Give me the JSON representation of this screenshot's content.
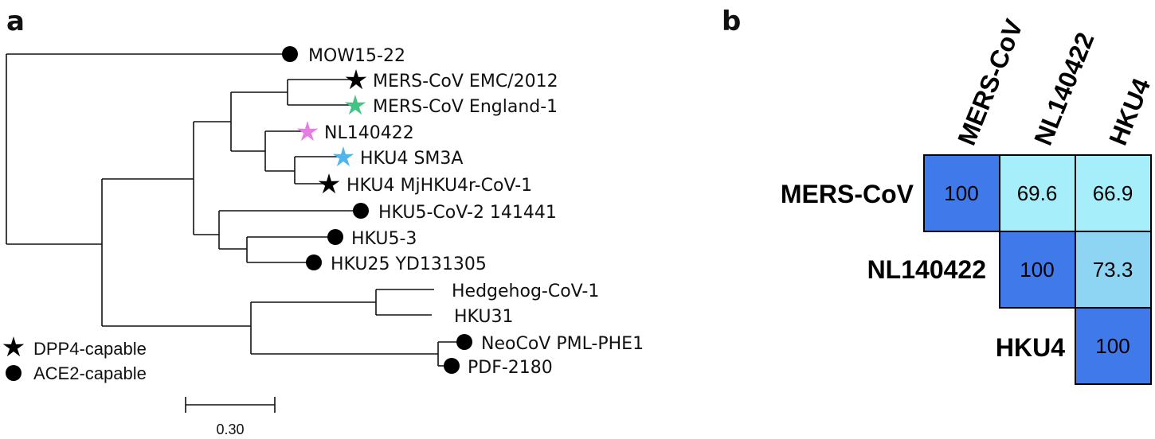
{
  "panel_a": {
    "label": "a",
    "tree": {
      "leaves": [
        {
          "id": "mow",
          "label": "MOW15-22",
          "marker": "circle",
          "color": "#000000"
        },
        {
          "id": "mers_emc",
          "label": "MERS-CoV EMC/2012",
          "marker": "star",
          "color": "#000000"
        },
        {
          "id": "mers_eng",
          "label": "MERS-CoV England-1",
          "marker": "star",
          "color": "#45c383"
        },
        {
          "id": "nl140422",
          "label": "NL140422",
          "marker": "star",
          "color": "#e47ee0"
        },
        {
          "id": "hku4_sm3a",
          "label": "HKU4 SM3A",
          "marker": "star",
          "color": "#4fb5ea"
        },
        {
          "id": "hku4_mj",
          "label": "HKU4 MjHKU4r-CoV-1",
          "marker": "star",
          "color": "#000000"
        },
        {
          "id": "hku5_cov2",
          "label": "HKU5-CoV-2 141441",
          "marker": "circle",
          "color": "#000000"
        },
        {
          "id": "hku5_3",
          "label": "HKU5-3",
          "marker": "circle",
          "color": "#000000"
        },
        {
          "id": "hku25",
          "label": "HKU25 YD131305",
          "marker": "circle",
          "color": "#000000"
        },
        {
          "id": "hedgehog",
          "label": "Hedgehog-CoV-1",
          "marker": "none",
          "color": "#000000"
        },
        {
          "id": "hku31",
          "label": "HKU31",
          "marker": "none",
          "color": "#000000"
        },
        {
          "id": "neocov",
          "label": "NeoCoV PML-PHE1",
          "marker": "circle",
          "color": "#000000"
        },
        {
          "id": "pdf2180",
          "label": "PDF-2180",
          "marker": "circle",
          "color": "#000000"
        }
      ]
    },
    "legend": {
      "dpp4": "DPP4-capable",
      "ace2": "ACE2-capable"
    },
    "scale_bar": {
      "label": "0.30",
      "value": 0.3
    }
  },
  "panel_b": {
    "label": "b",
    "columns": [
      "MERS-CoV",
      "NL140422",
      "HKU4"
    ],
    "rows": [
      {
        "label": "MERS-CoV",
        "cells": [
          "100",
          "69.6",
          "66.9"
        ]
      },
      {
        "label": "NL140422",
        "cells": [
          "100",
          "73.3"
        ]
      },
      {
        "label": "HKU4",
        "cells": [
          "100"
        ]
      }
    ],
    "colors": {
      "identity": "#3f79ea",
      "cell_69_6": "#a6eef9",
      "cell_66_9": "#a6eef9",
      "cell_73_3": "#8ed5f4",
      "border": "#000000"
    }
  }
}
